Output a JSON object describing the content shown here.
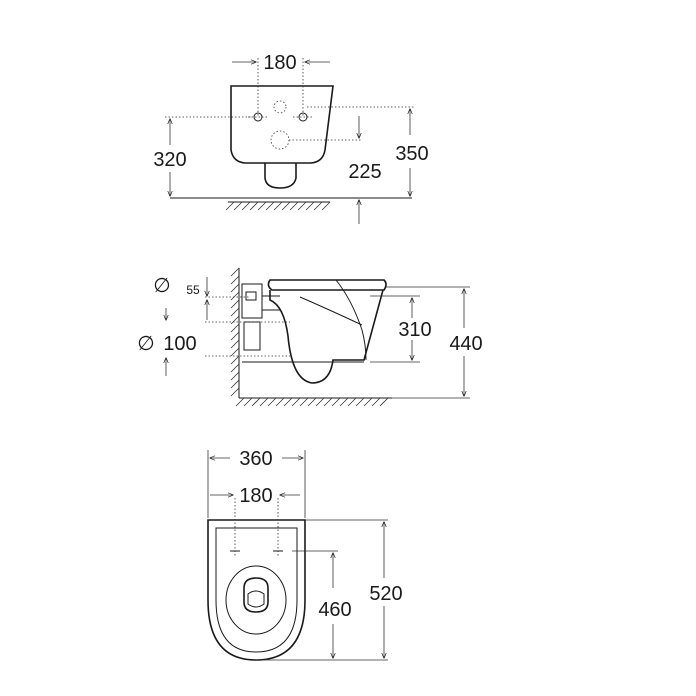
{
  "views": {
    "front": {
      "dims": {
        "hole_spacing": "180",
        "height_to_floor": "320",
        "outlet_height": "225",
        "total_height": "350"
      }
    },
    "side": {
      "dims": {
        "inlet_symbol": "∅",
        "inlet_diameter": "55",
        "outlet_symbol": "∅",
        "outlet_diameter": "100",
        "outlet_height": "310",
        "total_height": "440"
      }
    },
    "top": {
      "dims": {
        "total_width": "360",
        "hole_spacing": "180",
        "hole_to_front": "460",
        "total_length": "520"
      }
    }
  },
  "colors": {
    "line": "#1a1a1a",
    "background": "#ffffff"
  }
}
